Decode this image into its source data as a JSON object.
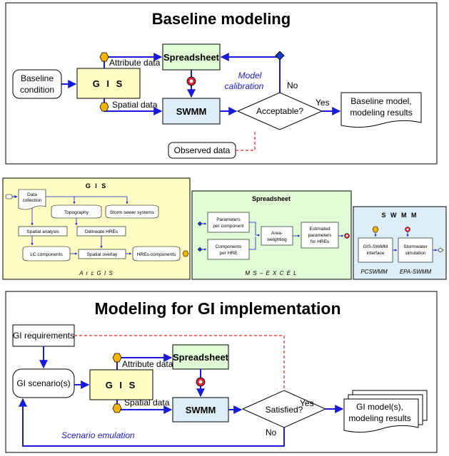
{
  "top": {
    "title": "Baseline modeling",
    "baseline_condition": [
      "Baseline",
      "condition"
    ],
    "gis": "G I S",
    "spreadsheet": "Spreadsheet",
    "swmm": "SWMM",
    "attribute_data": "Attribute data",
    "spatial_data": "Spatial data",
    "model_calibration": [
      "Model",
      "calibration"
    ],
    "no": "No",
    "yes": "Yes",
    "acceptable": "Acceptable?",
    "baseline_model": [
      "Baseline model,",
      "modeling results"
    ],
    "observed_data": "Observed data"
  },
  "gis_panel": {
    "title": "G I S",
    "data_collection": [
      "Data",
      "collection"
    ],
    "topography": "Topography",
    "storm_sewer": "Storm sewer systems",
    "spatial_analysis": "Spatial analysis",
    "delineate_hres": "Delineate HREs",
    "lc_components": "LC components",
    "spatial_overlay": "Spatial overlay",
    "hres_components": "HREs-components",
    "footer": "A r c G I S"
  },
  "spreadsheet_panel": {
    "title": "Spreadsheet",
    "params_component": [
      "Parameters",
      "per component"
    ],
    "components_hre": [
      "Components",
      "per HRE"
    ],
    "area_weighting": [
      "Area-",
      "weighting"
    ],
    "estimated_params": [
      "Estimated",
      "parameters",
      "for HREs"
    ],
    "footer": "M S – E X C E L"
  },
  "swmm_panel": {
    "title": "S W M M",
    "gis_swmm": [
      "GIS-SWMM",
      "interface"
    ],
    "stormwater": [
      "Stormwater",
      "simulation"
    ],
    "footer_left": "PCSWMM",
    "footer_right": "EPA-SWMM"
  },
  "bottom": {
    "title": "Modeling for GI implementation",
    "gi_requirements": "GI requirements",
    "gi_scenarios": "GI scenario(s)",
    "gis": "G I S",
    "spreadsheet": "Spreadsheet",
    "swmm": "SWMM",
    "attribute_data": "Attribute data",
    "spatial_data": "Spatial data",
    "satisfied": "Satisfied?",
    "yes": "Yes",
    "no": "No",
    "gi_model": [
      "GI model(s),",
      "modeling results"
    ],
    "scenario_emulation": "Scenario emulation"
  },
  "colors": {
    "yellow_fill": "#fefdc4",
    "green_fill": "#e0fbd5",
    "blue_fill": "#ddeef6",
    "arrow_blue": "#1a1adb",
    "hexagon": "#f7b500",
    "red_dash": "#e02020"
  }
}
